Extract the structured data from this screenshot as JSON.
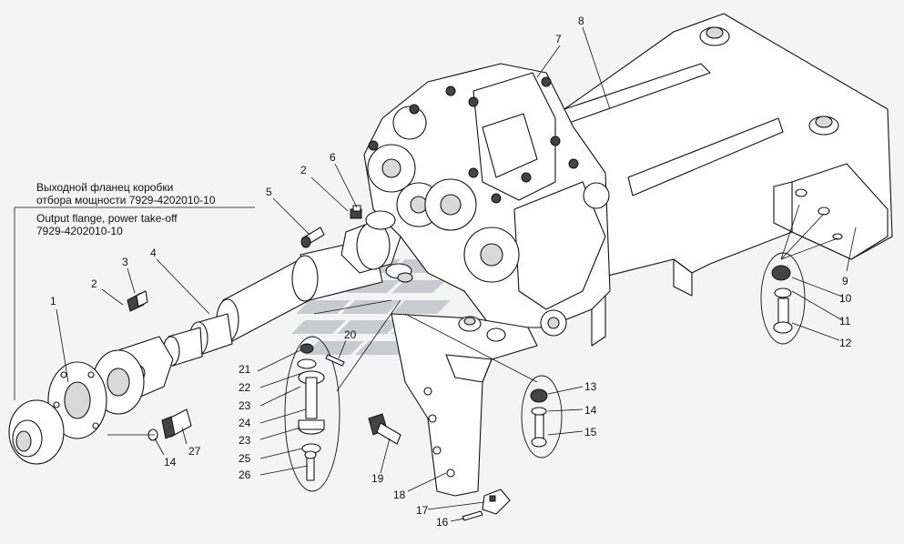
{
  "caption": {
    "ru_line1": "Выходной фланец коробки",
    "ru_line2": "отбора мощности 7929-4202010-10",
    "en_line1": "Output flange, power take-off",
    "en_line2": "7929-4202010-10"
  },
  "callouts": [
    "1",
    "2",
    "3",
    "4",
    "5",
    "6",
    "7",
    "8",
    "9",
    "10",
    "11",
    "12",
    "13",
    "14",
    "15",
    "16",
    "17",
    "18",
    "19",
    "20",
    "21",
    "22",
    "23",
    "24",
    "25",
    "26",
    "27"
  ],
  "extra_labels": {
    "a2": "2",
    "a14": "14",
    "a23": "23"
  },
  "colors": {
    "line": "#111111",
    "paper": "#f4f4f4",
    "watermark": "#b9bec4"
  }
}
